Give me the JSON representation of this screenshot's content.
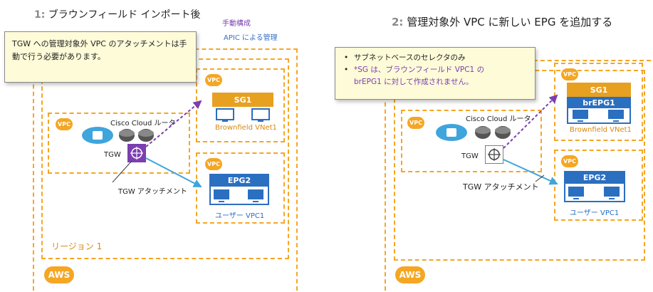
{
  "left": {
    "title_num": "1:",
    "title_text": "ブラウンフィールド インポート後",
    "legend_manual": "手動構成",
    "legend_apic": "APIC による管理",
    "callout_line1": "TGW への管理対象外 VPC のアタッチメントは手",
    "callout_line2": "動で行う必要があります。",
    "vpc_badge": "VPC",
    "router_label": "Cisco Cloud ルータ",
    "tgw_label": "TGW",
    "tgw_attach_label": "TGW アタッチメント",
    "sg_label": "SG1",
    "brownfield_label": "Brownfield VNet1",
    "epg_label": "EPG2",
    "user_vpc_label": "ユーザー VPC1",
    "region_label": "リージョン 1",
    "aws_label": "AWS"
  },
  "right": {
    "title_num": "2:",
    "title_text": "管理対象外 VPC に新しい EPG を追加する",
    "bullet1": "サブネットベースのセレクタのみ",
    "bullet2_line1": "*SG は、ブラウンフィールド VPC1 の",
    "bullet2_line2": "brEPG1 に対して作成されません。",
    "vpc_badge": "VPC",
    "router_label": "Cisco Cloud ルータ",
    "tgw_label": "TGW",
    "tgw_attach_label": "TGW アタッチメント",
    "sg_label": "SG1",
    "brepg_label": "brEPG1",
    "brownfield_label": "Brownfield VNet1",
    "epg_label": "EPG2",
    "user_vpc_label": "ユーザー VPC1",
    "aws_label": "AWS"
  },
  "colors": {
    "aws_orange": "#f5a623",
    "epg_blue": "#2a6fc0",
    "manual_purple": "#7b3fb0",
    "apic_blue": "#3a9fd6",
    "callout_bg": "#fdfbd8"
  },
  "icons": [
    "cisco-cloud-router-icon",
    "router-icon",
    "tgw-icon",
    "monitor-icon"
  ]
}
